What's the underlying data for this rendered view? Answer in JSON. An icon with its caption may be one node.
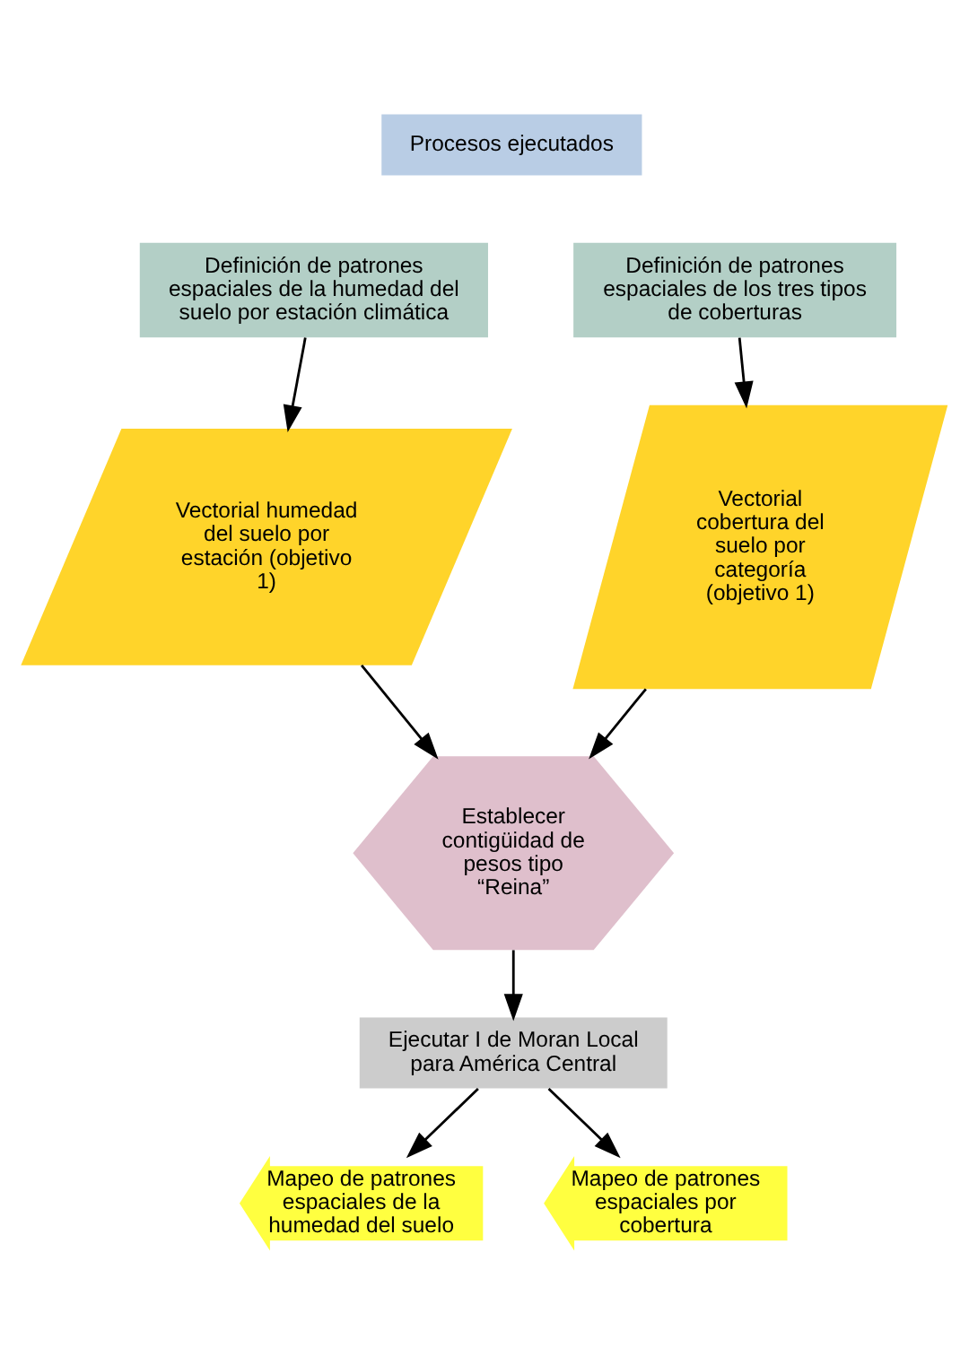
{
  "diagram": {
    "nodes": [
      {
        "text": [
          "Procesos ejecutados"
        ]
      },
      {
        "text": [
          "Definición de patrones espaciales de la humedad del suelo por estación climática"
        ]
      },
      {
        "text": [
          "Definición de patrones espaciales de los tres tipos de coberturas"
        ]
      },
      {
        "text": [
          "Vectorial humedad del suelo por estación (objetivo 1)"
        ]
      },
      {
        "text": [
          "Vectorial cobertura del suelo por categoría (objetivo 1)"
        ]
      },
      {
        "text": [
          "Establecer contigüidad de pesos tipo “Reina”"
        ]
      },
      {
        "text": [
          "Ejecutar I de Moran Local para América Central"
        ]
      },
      {
        "text": [
          "Mapeo de patrones espaciales de la humedad del suelo"
        ]
      },
      {
        "text": [
          "Mapeo de patrones espaciales por cobertura"
        ]
      }
    ],
    "edges": [
      {
        "from": 1,
        "to": 3,
        "arrow": "to"
      },
      {
        "from": 2,
        "to": 4,
        "arrow": "to"
      },
      {
        "from": 3,
        "to": 5,
        "arrow": "to"
      },
      {
        "from": 4,
        "to": 5,
        "arrow": "to"
      },
      {
        "from": 5,
        "to": 6,
        "arrow": "to"
      },
      {
        "from": 6,
        "to": 7,
        "arrow": "to"
      },
      {
        "from": 6,
        "to": 8,
        "arrow": "to"
      }
    ]
  }
}
